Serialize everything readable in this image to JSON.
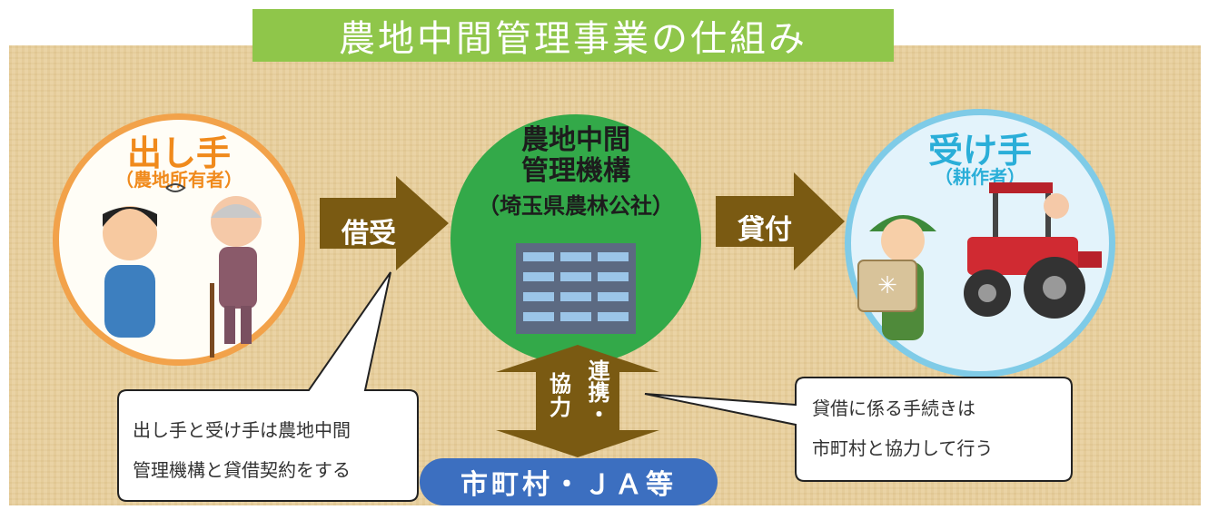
{
  "title": "農地中間管理事業の仕組み",
  "giver": {
    "heading": "出し手",
    "sub": "（農地所有者）"
  },
  "receiver": {
    "heading": "受け手",
    "sub": "（耕作者）"
  },
  "organization": {
    "line1": "農地中間",
    "line2": "管理機構",
    "line3": "（埼玉県農林公社）"
  },
  "arrows": {
    "borrow": "借受",
    "lend": "貸付"
  },
  "cooperation": {
    "col1": "協力",
    "col2": "連携・"
  },
  "municipality": "市町村・ＪＡ等",
  "callout_left": {
    "line1": "出し手と受け手は農地中間",
    "line2": "管理機構と貸借契約をする"
  },
  "callout_right": {
    "line1": "貸借に係る手続きは",
    "line2": "市町村と協力して行う"
  },
  "colors": {
    "title_bg": "#8fc64a",
    "giver": "#f2a24a",
    "receiver": "#7fcbe7",
    "org": "#33a949",
    "arrow": "#7a5a12",
    "pill": "#3c6fc0"
  }
}
